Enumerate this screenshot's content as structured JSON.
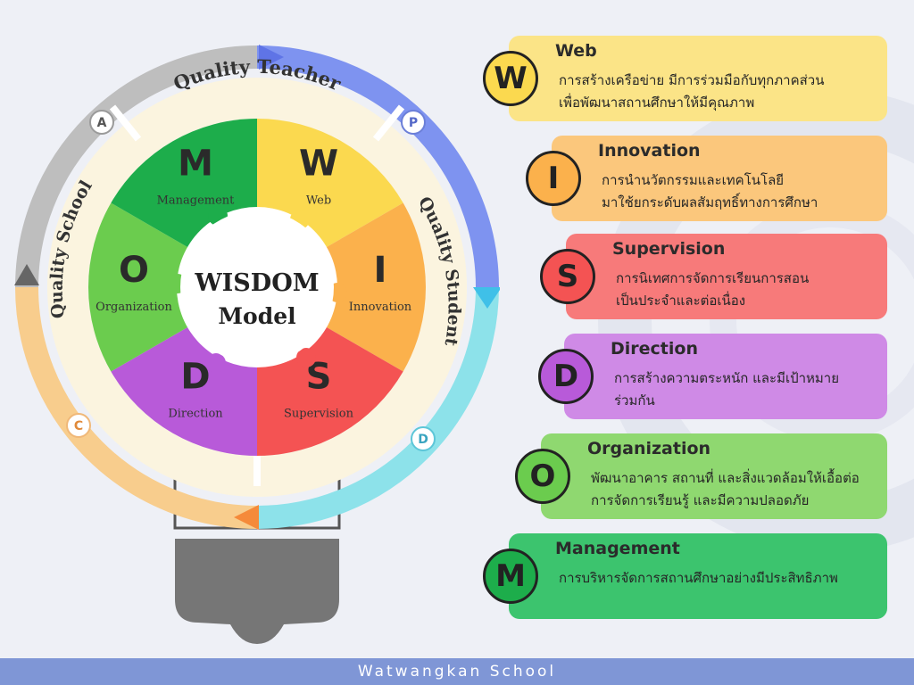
{
  "center": {
    "line1": "WISDOM",
    "line2": "Model"
  },
  "ring_labels": {
    "top": "Quality Teacher",
    "right": "Quality Student",
    "left": "Quality School"
  },
  "cycle_letters": {
    "a": "A",
    "p": "P",
    "d": "D",
    "c": "C"
  },
  "segments": [
    {
      "letter": "W",
      "label": "Web",
      "color": "#fbd94f"
    },
    {
      "letter": "I",
      "label": "Innovation",
      "color": "#fbb14c"
    },
    {
      "letter": "S",
      "label": "Supervision",
      "color": "#f45353"
    },
    {
      "letter": "D",
      "label": "Direction",
      "color": "#b85ad9"
    },
    {
      "letter": "O",
      "label": "Organization",
      "color": "#6bcc4e"
    },
    {
      "letter": "M",
      "label": "Management",
      "color": "#1dad4b"
    }
  ],
  "cards": [
    {
      "letter": "W",
      "title": "Web",
      "desc": "การสร้างเครือข่าย มีการร่วมมือกับทุกภาคส่วน\nเพื่อพัฒนาสถานศึกษาให้มีคุณภาพ",
      "card_color": "#fbe487",
      "badge_color": "#fbd94f"
    },
    {
      "letter": "I",
      "title": "Innovation",
      "desc": "การนำนวัตกรรมและเทคโนโลยี\nมาใช้ยกระดับผลสัมฤทธิ์ทางการศึกษา",
      "card_color": "#fbc77c",
      "badge_color": "#fbb14c"
    },
    {
      "letter": "S",
      "title": "Supervision",
      "desc": "การนิเทศการจัดการเรียนการสอน\nเป็นประจำและต่อเนื่อง",
      "card_color": "#f77a7a",
      "badge_color": "#f45353"
    },
    {
      "letter": "D",
      "title": "Direction",
      "desc": "การสร้างความตระหนัก และมีเป้าหมาย\nร่วมกัน",
      "card_color": "#cf8ae6",
      "badge_color": "#b85ad9"
    },
    {
      "letter": "O",
      "title": "Organization",
      "desc": "พัฒนาอาคาร สถานที่ และสิ่งแวดล้อมให้เอื้อต่อ\nการจัดการเรียนรู้ และมีความปลอดภัย",
      "card_color": "#8fd870",
      "badge_color": "#6bcc4e"
    },
    {
      "letter": "M",
      "title": "Management",
      "desc": "การบริหารจัดการสถานศึกษาอย่างมีประสิทธิภาพ",
      "card_color": "#3cc46e",
      "badge_color": "#1dad4b"
    }
  ],
  "footer": {
    "text": "Watwangkan School"
  }
}
